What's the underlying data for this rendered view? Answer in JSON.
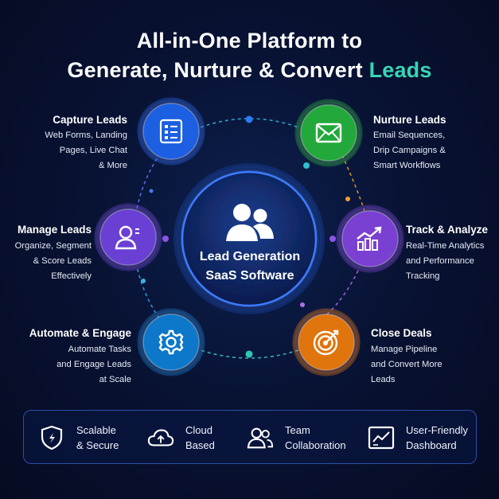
{
  "title": {
    "line1": "All-in-One Platform to",
    "line2_prefix": "Generate, Nurture & Convert ",
    "line2_accent": "Leads"
  },
  "center": {
    "line1": "Lead Generation",
    "line2": "SaaS Software",
    "icon": "users-icon"
  },
  "nodes": [
    {
      "id": "capture",
      "title": "Capture Leads",
      "desc": [
        "Web Forms, Landing",
        "Pages, Live Chat",
        "& More"
      ],
      "icon": "form-icon",
      "color": "#1f5fe0"
    },
    {
      "id": "nurture",
      "title": "Nurture Leads",
      "desc": [
        "Email Sequences,",
        "Drip Campaigns &",
        "Smart Workflows"
      ],
      "icon": "envelope-icon",
      "color": "#22a83a"
    },
    {
      "id": "manage",
      "title": "Manage Leads",
      "desc": [
        "Organize, Segment",
        "& Score Leads",
        "Effectively"
      ],
      "icon": "user-manage-icon",
      "color": "#6b3fd4"
    },
    {
      "id": "track",
      "title": "Track & Analyze",
      "desc": [
        "Real-Time Analytics",
        "and Performance",
        "Tracking"
      ],
      "icon": "analytics-chart-icon",
      "color": "#7a3fd2"
    },
    {
      "id": "automate",
      "title": "Automate & Engage",
      "desc": [
        "Automate Tasks",
        "and Engage Leads",
        "at Scale"
      ],
      "icon": "gear-icon",
      "color": "#0f78c9"
    },
    {
      "id": "close",
      "title": "Close Deals",
      "desc": [
        "Manage Pipeline",
        "and Convert More",
        "Leads"
      ],
      "icon": "target-icon",
      "color": "#e0740e"
    }
  ],
  "features": [
    {
      "label": "Scalable\n& Secure",
      "icon": "shield-icon"
    },
    {
      "label": "Cloud\nBased",
      "icon": "cloud-icon"
    },
    {
      "label": "Team\nCollaboration",
      "icon": "team-icon"
    },
    {
      "label": "User-Friendly\nDashboard",
      "icon": "dashboard-icon"
    }
  ],
  "colors": {
    "background": "#081233",
    "accent": "#37d6b5",
    "capture": "#1f5fe0",
    "nurture": "#22a83a",
    "manage": "#6b3fd4",
    "track": "#7a3fd2",
    "automate": "#0f78c9",
    "close": "#e0740e"
  }
}
